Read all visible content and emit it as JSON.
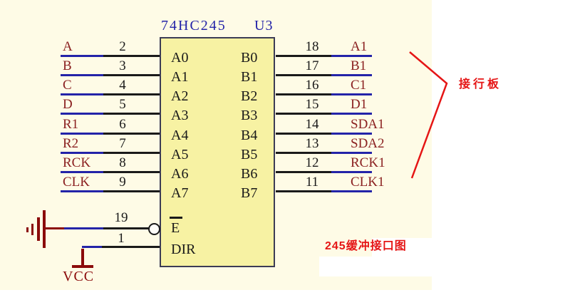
{
  "title": {
    "part": "74HC245",
    "designator": "U3"
  },
  "rows": [
    {
      "left_net": "A",
      "left_pin": "2",
      "a_port": "A0",
      "b_port": "B0",
      "right_pin": "18",
      "right_net": "A1"
    },
    {
      "left_net": "B",
      "left_pin": "3",
      "a_port": "A1",
      "b_port": "B1",
      "right_pin": "17",
      "right_net": "B1"
    },
    {
      "left_net": "C",
      "left_pin": "4",
      "a_port": "A2",
      "b_port": "B2",
      "right_pin": "16",
      "right_net": "C1"
    },
    {
      "left_net": "D",
      "left_pin": "5",
      "a_port": "A3",
      "b_port": "B3",
      "right_pin": "15",
      "right_net": "D1"
    },
    {
      "left_net": "R1",
      "left_pin": "6",
      "a_port": "A4",
      "b_port": "B4",
      "right_pin": "14",
      "right_net": "SDA1"
    },
    {
      "left_net": "R2",
      "left_pin": "7",
      "a_port": "A5",
      "b_port": "B5",
      "right_pin": "13",
      "right_net": "SDA2"
    },
    {
      "left_net": "RCK",
      "left_pin": "8",
      "a_port": "A6",
      "b_port": "B6",
      "right_pin": "12",
      "right_net": "RCK1"
    },
    {
      "left_net": "CLK",
      "left_pin": "9",
      "a_port": "A7",
      "b_port": "B7",
      "right_pin": "11",
      "right_net": "CLK1"
    }
  ],
  "control_pins": {
    "enable": {
      "pin": "19",
      "label": "E",
      "overline": true,
      "bubble": true
    },
    "dir": {
      "pin": "1",
      "label": "DIR"
    }
  },
  "power": {
    "vcc_label": "VCC"
  },
  "annotations": {
    "bracket_label": "接行板",
    "caption": "245缓冲接口图"
  },
  "colors": {
    "paper": "#fefbe6",
    "chip_fill": "#f7f2a3",
    "chip_border": "#3c3c55",
    "wire_black": "#1a1a1a",
    "wire_blue": "#2323a8",
    "title_blue": "#2323a8",
    "net_label": "#8b2121",
    "symbol_red": "#8b0b0b",
    "annotation_red": "#e51515"
  }
}
